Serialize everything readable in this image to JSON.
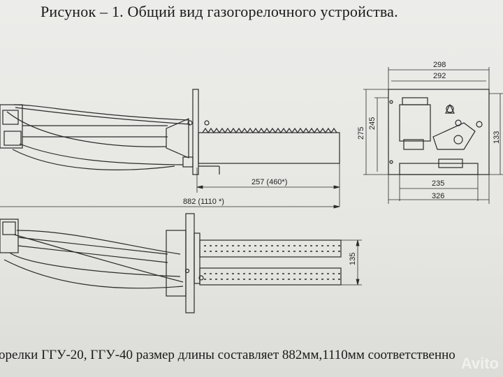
{
  "title": "Рисунок – 1.  Общий вид газогорелочного устройства.",
  "caption": "орелки ГГУ-20, ГГУ-40 размер длины составляет 882мм,1110мм соответственно",
  "dimensions": {
    "d257": "257 (460*)",
    "d882": "882 (1110 *)",
    "d135": "135",
    "d298": "298",
    "d292": "292",
    "d275": "275",
    "d245": "245",
    "d133": "133",
    "d235": "235",
    "d326": "326"
  },
  "watermark": "Avito"
}
